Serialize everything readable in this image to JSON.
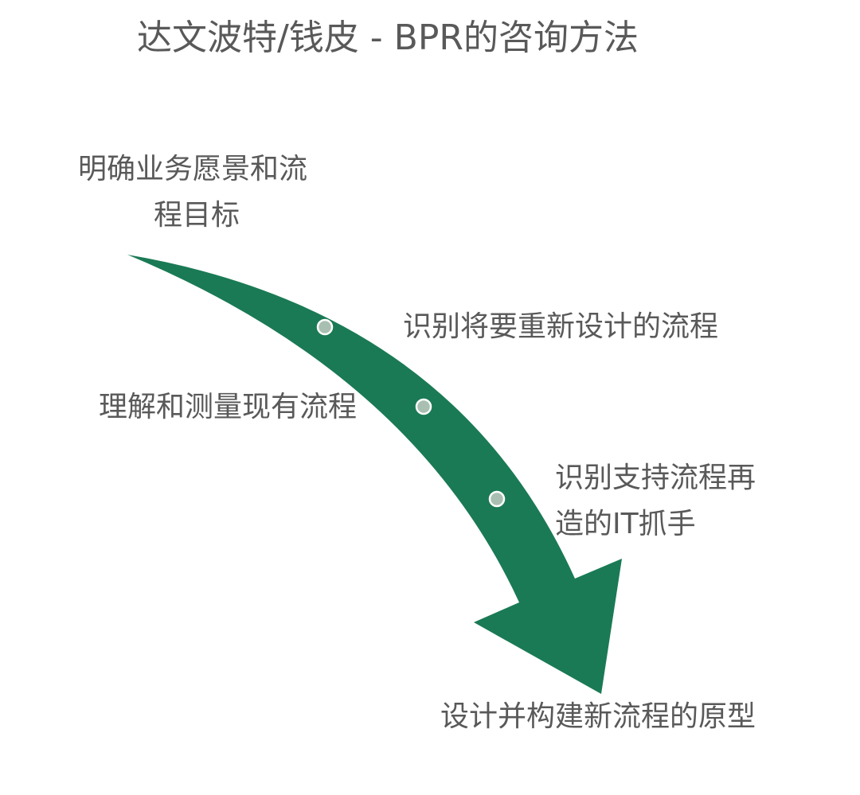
{
  "title": "达文波特/钱皮 - BPR的咨询方法",
  "colors": {
    "arrow": "#1a7a55",
    "dot": "#a9bfb1",
    "text": "#595959"
  },
  "steps": [
    {
      "label_line1": "明确业务愿景和流",
      "label_line2": "程目标"
    },
    {
      "label": "识别将要重新设计的流程"
    },
    {
      "label": "理解和测量现有流程"
    },
    {
      "label_line1": "识别支持流程再",
      "label_line2": "造的IT抓手"
    },
    {
      "label": "设计并构建新流程的原型"
    }
  ]
}
